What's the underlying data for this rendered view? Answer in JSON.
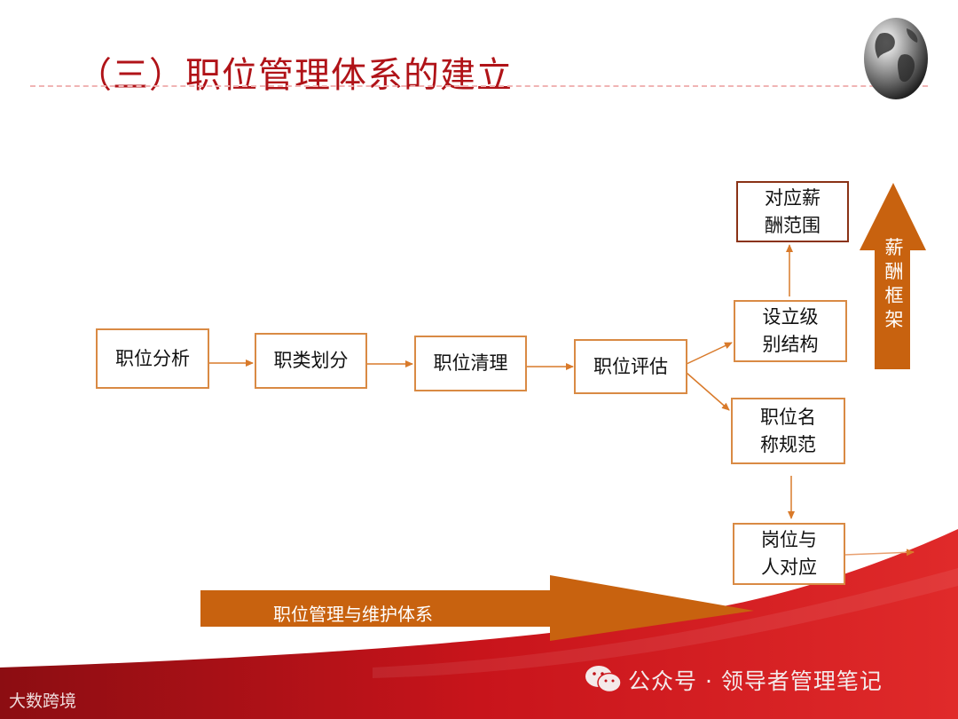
{
  "title": "（三）职位管理体系的建立",
  "flow": {
    "step1": "职位分析",
    "step2": "职类划分",
    "step3": "职位清理",
    "step4": "职位评估"
  },
  "branches": {
    "salary_range": [
      "对应薪",
      "酬范围"
    ],
    "level_structure": [
      "设立级",
      "别结构"
    ],
    "name_standard": [
      "职位名",
      "称规范"
    ],
    "post_match": [
      "岗位与",
      "人对应"
    ]
  },
  "salary_framework_label": [
    "薪",
    "酬",
    "框",
    "架"
  ],
  "maintenance_system_label": "职位管理与维护体系",
  "watermark": "公众号 · 领导者管理笔记",
  "corner_logo": "大数跨境",
  "colors": {
    "title_red": "#b01318",
    "box_border": "#d98a44",
    "box_border_dark": "#8a3216",
    "arrow_orange": "#c8620f",
    "footer_red": "#c0141a"
  },
  "icons": {
    "globe": "globe-icon",
    "wechat": "wechat-icon"
  }
}
